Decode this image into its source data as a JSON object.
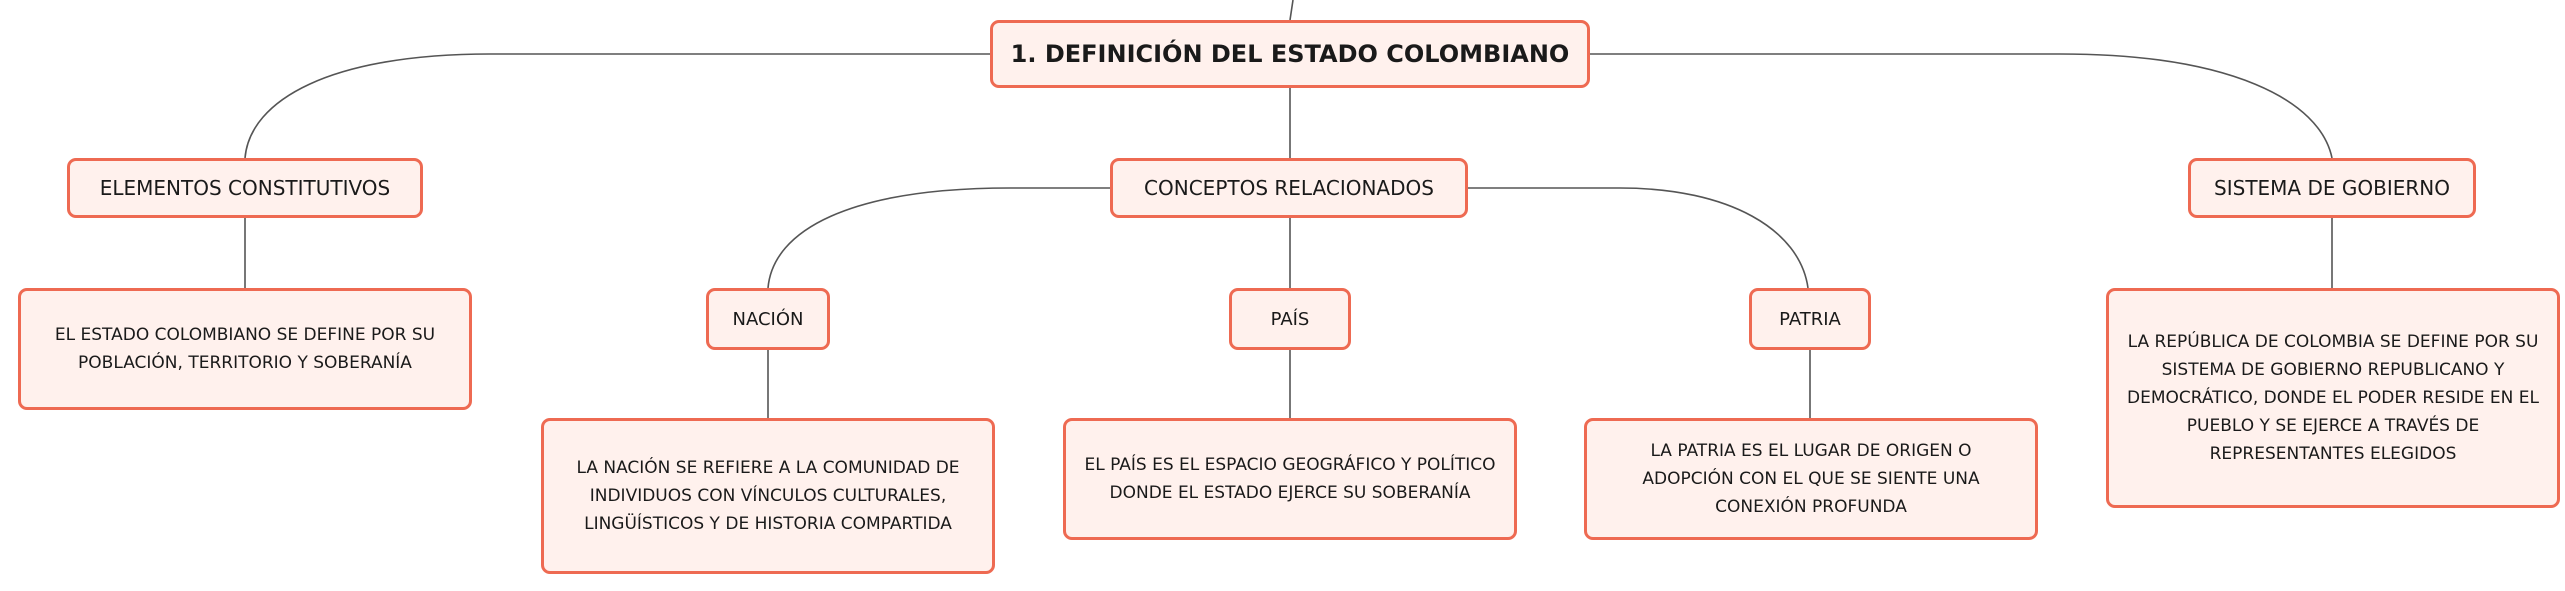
{
  "colors": {
    "node_fill": "#fff1ed",
    "node_border": "#ee6a52",
    "connector": "#555555"
  },
  "root": {
    "label": "1. DEFINICIÓN DEL ESTADO COLOMBIANO"
  },
  "branches": {
    "elementos": {
      "label": "ELEMENTOS CONSTITUTIVOS",
      "desc": "EL ESTADO COLOMBIANO SE DEFINE POR SU POBLACIÓN, TERRITORIO Y SOBERANÍA"
    },
    "conceptos": {
      "label": "CONCEPTOS RELACIONADOS",
      "nacion": {
        "label": "NACIÓN",
        "desc": "LA NACIÓN SE REFIERE A LA COMUNIDAD DE INDIVIDUOS CON VÍNCULOS CULTURALES, LINGÜÍSTICOS Y DE HISTORIA COMPARTIDA"
      },
      "pais": {
        "label": "PAÍS",
        "desc": "EL PAÍS ES EL ESPACIO GEOGRÁFICO Y POLÍTICO DONDE EL ESTADO EJERCE SU SOBERANÍA"
      },
      "patria": {
        "label": "PATRIA",
        "desc": "LA PATRIA ES EL LUGAR DE ORIGEN O ADOPCIÓN CON EL QUE SE SIENTE UNA CONEXIÓN PROFUNDA"
      }
    },
    "sistema": {
      "label": "SISTEMA DE GOBIERNO",
      "desc": "LA REPÚBLICA DE COLOMBIA SE DEFINE POR SU SISTEMA DE GOBIERNO REPUBLICANO Y DEMOCRÁTICO, DONDE EL PODER RESIDE EN EL PUEBLO Y SE EJERCE A TRAVÉS DE REPRESENTANTES ELEGIDOS"
    }
  }
}
